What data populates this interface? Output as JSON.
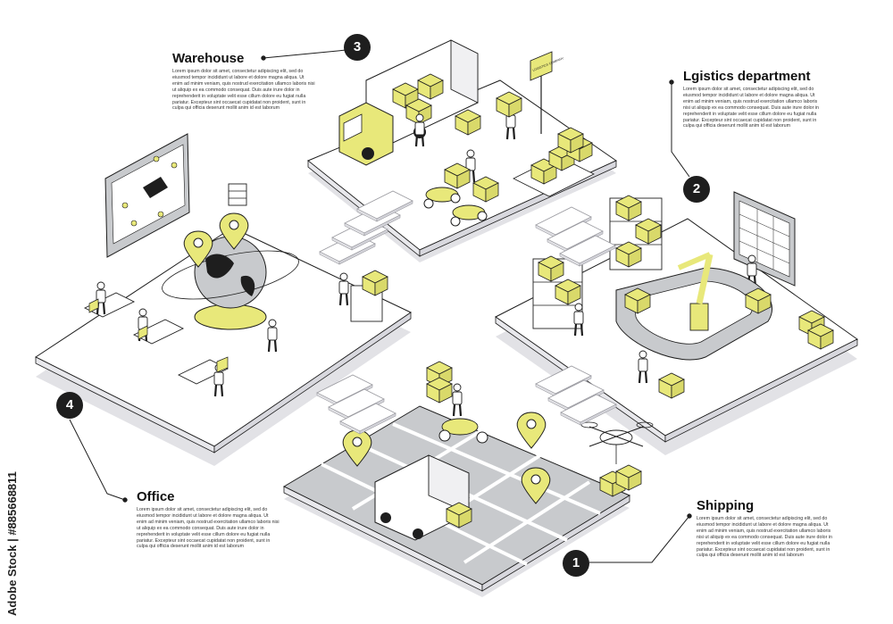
{
  "sections": {
    "warehouse": {
      "number": "3",
      "title": "Warehouse",
      "text": "Lorem ipsum dolor sit amet, consectetur adipiscing elit, sed do eiusmod tempor incididunt ut labore et dolore magna aliqua. Ut enim ad minim veniam, quis nostrud exercitation ullamco laboris nisi ut aliquip ex ea commodo consequat. Duis aute irure dolor in reprehenderit in voluptate velit esse cillum dolore eu fugiat nulla pariatur. Excepteur sint occaecat cupidatat non proident, sunt in culpa qui officia deserunt mollit anim id est laborum"
    },
    "logistics": {
      "number": "2",
      "title": "Lgistics department",
      "text": "Lorem ipsum dolor sit amet, consectetur adipiscing elit, sed do eiusmod tempor incididunt ut labore et dolore magna aliqua. Ut enim ad minim veniam, quis nostrud exercitation ullamco laboris nisi ut aliquip ex ea commodo consequat. Duis aute irure dolor in reprehenderit in voluptate velit esse cillum dolore eu fugiat nulla pariatur. Excepteur sint occaecat cupidatat non proident, sunt in culpa qui officia deserunt mollit anim id est laborum"
    },
    "office": {
      "number": "4",
      "title": "Office",
      "text": "Lorem ipsum dolor sit amet, consectetur adipiscing elit, sed do eiusmod tempor incididunt ut labore et dolore magna aliqua. Ut enim ad minim veniam, quis nostrud exercitation ullamco laboris nisi ut aliquip ex ea commodo consequat. Duis aute irure dolor in reprehenderit in voluptate velit esse cillum dolore eu fugiat nulla pariatur. Excepteur sint occaecat cupidatat non proident, sunt in culpa qui officia deserunt mollit anim id est laborum"
    },
    "shipping": {
      "number": "1",
      "title": "Shipping",
      "text": "Lorem ipsum dolor sit amet, consectetur adipiscing elit, sed do eiusmod tempor incididunt ut labore et dolore magna aliqua. Ut enim ad minim veniam, quis nostrud exercitation ullamco laboris nisi ut aliquip ex ea commodo consequat. Duis aute irure dolor in reprehenderit in voluptate velit esse cillum dolore eu fugiat nulla pariatur. Excepteur sint occaecat cupidatat non proident, sunt in culpa qui officia deserunt mollit anim id est laborum"
    }
  },
  "sign_text": "LOGISTICS COMPANY",
  "stock_id": "Adobe Stock | #885668811",
  "colors": {
    "accent": "#e8e87a",
    "platform_top": "#ffffff",
    "platform_shadow": "#e2e2e6",
    "map_block": "#c8cacd",
    "outline": "#1e1e1e",
    "badge": "#1e1e1e"
  }
}
